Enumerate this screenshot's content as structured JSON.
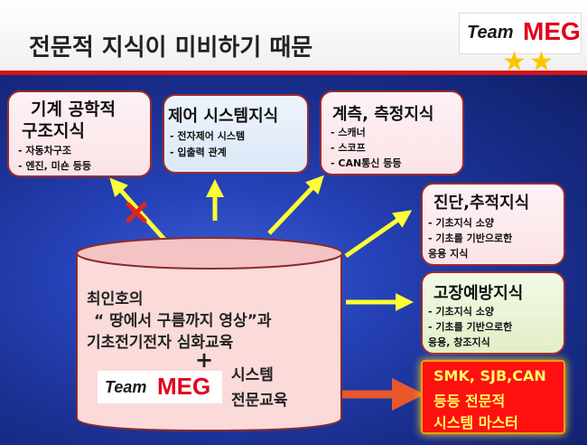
{
  "title": "전문적 지식이 미비하기 때문",
  "logo": {
    "team": "Team",
    "meg": "MEG"
  },
  "colors": {
    "accent": "#d8101a",
    "arrow": "#ffff33",
    "star": "#f7c800"
  },
  "boxes": {
    "mechanical": {
      "title_line1": "기계 공학적",
      "title_line2": "구조지식",
      "items": [
        "-   자동차구조",
        "- 엔진, 미숀 등등"
      ]
    },
    "control": {
      "title": "제어 시스템지식",
      "items": [
        "- 전자제어 시스템",
        "- 입출력 관계"
      ]
    },
    "measure": {
      "title": "계측, 측정지식",
      "items": [
        "-   스캐너",
        "-    스코프",
        "-   CAN통신 등등"
      ]
    },
    "diagnosis": {
      "title": "진단,추적지식",
      "items": [
        "-  기초지식 소양",
        "-  기초를 기반으로한",
        "   응용 지식"
      ]
    },
    "prevention": {
      "title": "고장예방지식",
      "items": [
        "-  기초지식 소양",
        "-   기초를 기반으로한",
        "   응용, 창조지식"
      ]
    },
    "master": {
      "lines": [
        "SMK, SJB,CAN",
        "등등 전문적",
        "시스템  마스터"
      ]
    }
  },
  "drum": {
    "line1": "최인호의",
    "line2": "“ 땅에서 구름까지 영상”과",
    "line3": "기초전기전자 심화교육",
    "plus": "+",
    "line4": "시스템",
    "line5": "전문교육"
  }
}
